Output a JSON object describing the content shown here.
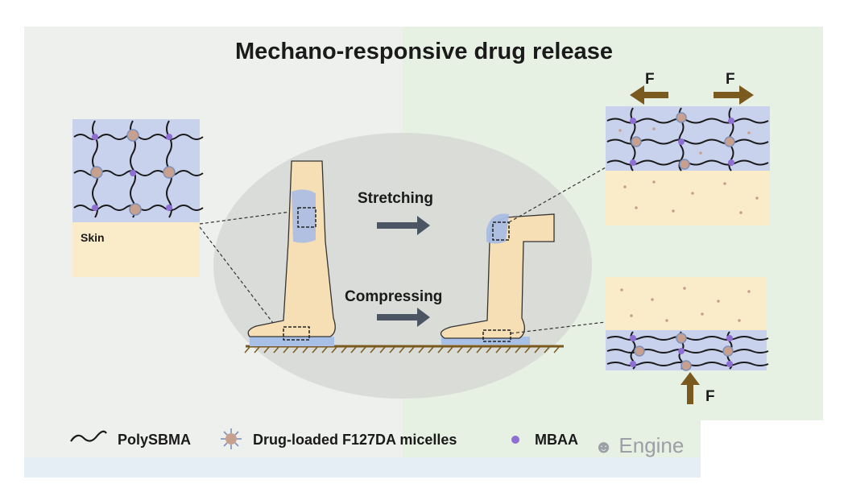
{
  "title": "Mechano-responsive drug release",
  "labels": {
    "skin": "Skin",
    "stretching": "Stretching",
    "compressing": "Compressing",
    "force_top_left": "F",
    "force_top_right": "F",
    "force_bottom": "F"
  },
  "legend": {
    "polysbma": "PolySBMA",
    "micelles": "Drug-loaded F127DA micelles",
    "mbaa": "MBAA"
  },
  "watermark": "Engine",
  "colors": {
    "hydrogel": "#c9d2ec",
    "skin": "#fbecc9",
    "crosslink": "#8f6fd3",
    "micelle": "#c7a08f",
    "force_arrow": "#7a5a1e",
    "process_arrow": "#4b5563"
  }
}
